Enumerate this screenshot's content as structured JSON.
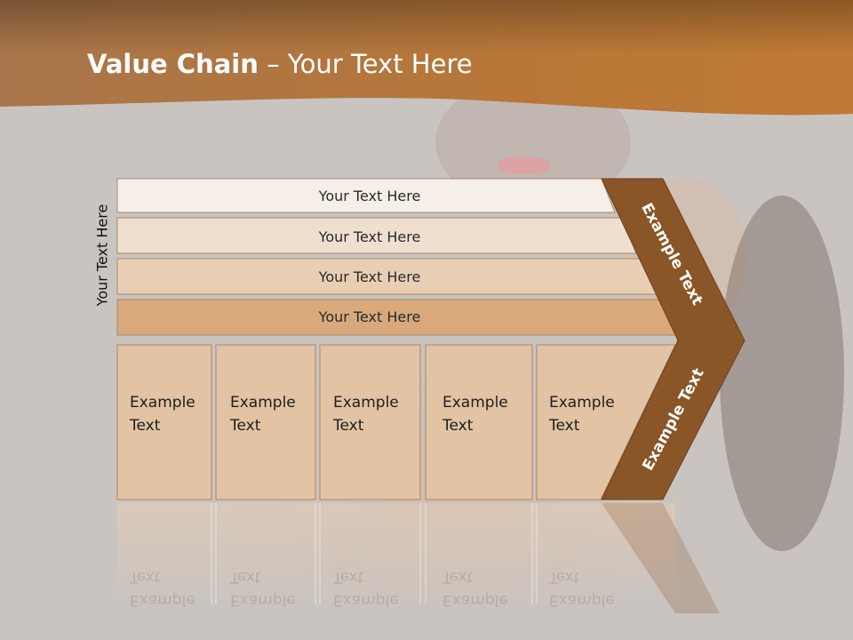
{
  "title": {
    "bold": "Value Chain",
    "rest": " – Your Text Here"
  },
  "side_label": "Your Text Here",
  "bars": [
    {
      "label": "Your Text Here",
      "color": "#f6efe8"
    },
    {
      "label": "Your Text Here",
      "color": "#efdfcf"
    },
    {
      "label": "Your Text Here",
      "color": "#e8cfb4"
    },
    {
      "label": "Your Text Here",
      "color": "#d9a97c"
    }
  ],
  "columns": [
    {
      "line1": "Example",
      "line2": "Text"
    },
    {
      "line1": "Example",
      "line2": "Text"
    },
    {
      "line1": "Example",
      "line2": "Text"
    },
    {
      "line1": "Example",
      "line2": "Text"
    },
    {
      "line1": "Example",
      "line2": "Text"
    }
  ],
  "chevron": {
    "upper": "Example Text",
    "lower": "Example Text",
    "color": "#8a5527"
  },
  "colors": {
    "header": "#b8763a",
    "column": "#e2c3a3",
    "background": "#c8c3bf"
  }
}
